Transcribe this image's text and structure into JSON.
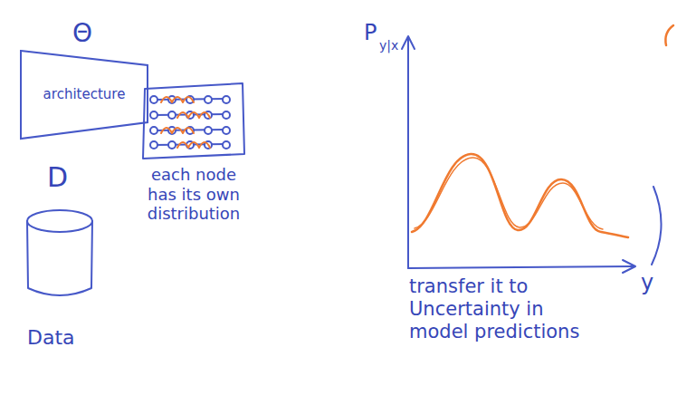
{
  "diagram": {
    "nodes": [
      {
        "text": [
          "architecture"
        ]
      }
    ],
    "labels": [
      "Θ",
      "D",
      "Data",
      "each node has its own distribution",
      "P",
      "y|x",
      "y",
      "transfer it to Uncertainty in model predictions"
    ]
  }
}
